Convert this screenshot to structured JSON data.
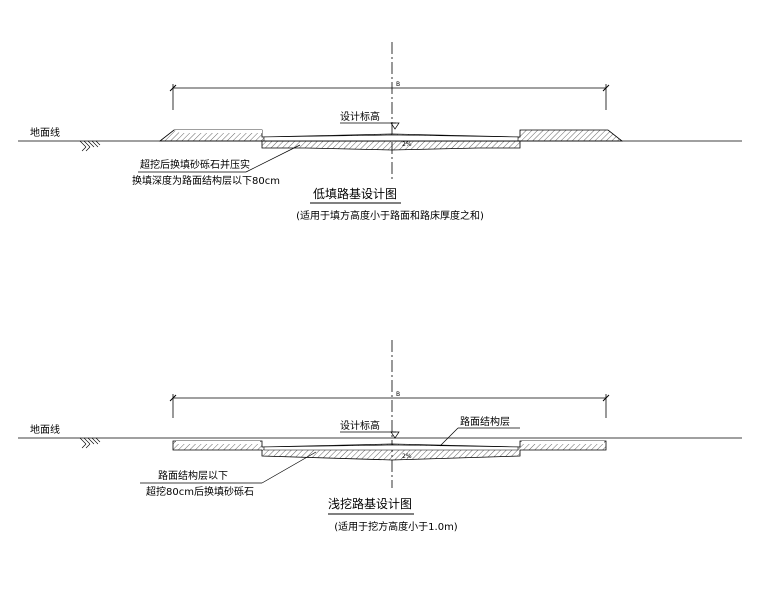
{
  "diagram1": {
    "ground_label": "地面线",
    "design_elev_label": "设计标高",
    "note_line1": "超挖后换填砂砾石并压实",
    "note_line2": "换填深度为路面结构层以下80cm",
    "title": "低填路基设计图",
    "subtitle": "(适用于填方高度小于路面和路床厚度之和)",
    "width_label": "B",
    "slope_label": "2%"
  },
  "diagram2": {
    "ground_label": "地面线",
    "design_elev_label": "设计标高",
    "pavement_label": "路面结构层",
    "note_line1": "路面结构层以下",
    "note_line2": "超挖80cm后换填砂砾石",
    "title": "浅挖路基设计图",
    "subtitle": "(适用于挖方高度小于1.0m)",
    "width_label": "B",
    "slope_label": "2%"
  },
  "colors": {
    "line": "#000000",
    "hatch": "#000000",
    "background": "#ffffff"
  }
}
